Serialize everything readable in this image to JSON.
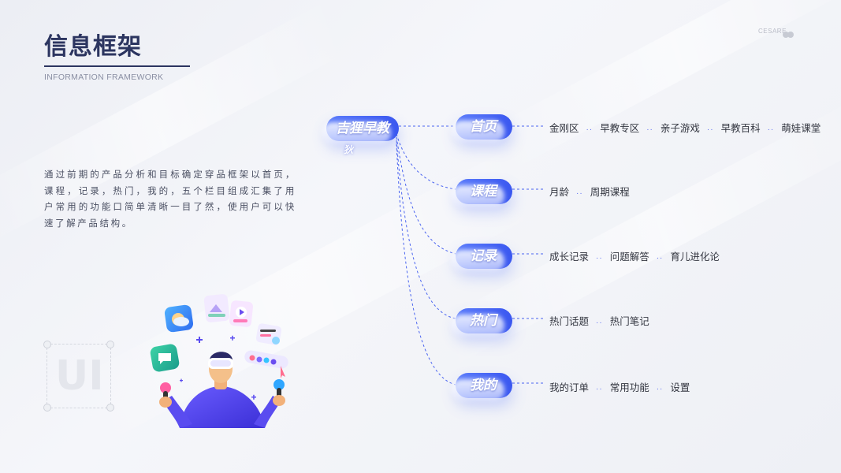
{
  "header": {
    "title": "信息框架",
    "subtitle": "INFORMATION FRAMEWORK",
    "brand": "CESARE"
  },
  "description": "通过前期的产品分析和目标确定穿品框架以首页，课程，记录，热门，我的，五个栏目组成汇集了用户常用的功能口简单清晰一目了然，使用户可以快速了解产品结构。",
  "decor_mark": "UI",
  "mindmap": {
    "root": "吉狸早教",
    "root_overflow": "狄",
    "branches": [
      {
        "label": "首页",
        "items": [
          "金刚区",
          "早教专区",
          "亲子游戏",
          "早教百科",
          "萌娃课堂"
        ]
      },
      {
        "label": "课程",
        "items": [
          "月龄",
          "周期课程"
        ]
      },
      {
        "label": "记录",
        "items": [
          "成长记录",
          "问题解答",
          "育儿进化论"
        ]
      },
      {
        "label": "热门",
        "items": [
          "热门话题",
          "热门笔记"
        ]
      },
      {
        "label": "我的",
        "items": [
          "我的订单",
          "常用功能",
          "设置"
        ]
      }
    ],
    "separator": "··"
  },
  "colors": {
    "title": "#2c3560",
    "accent": "#3a57f0",
    "connector": "#4a64f0"
  },
  "illustration": "person-with-vr-headset-and-app-icons"
}
